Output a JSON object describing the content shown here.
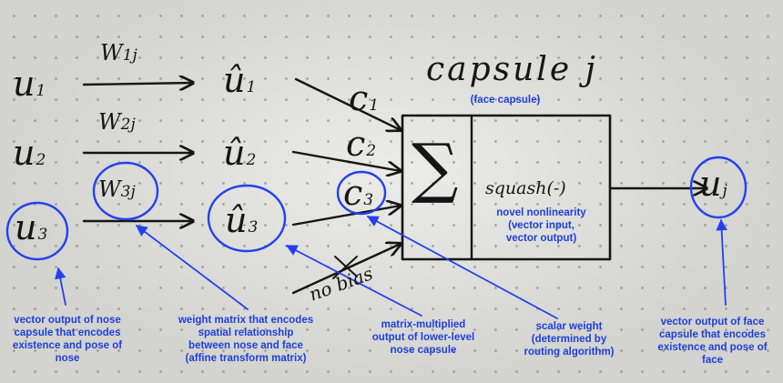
{
  "capsule": {
    "title": "capsule j",
    "subtitle": "(face capsule)",
    "sigma": "∑",
    "squash": "squash(-)",
    "nonlinearity": [
      "novel nonlinearity",
      "(vector input,",
      "vector output)"
    ]
  },
  "inputs": [
    {
      "u": "u",
      "u_sub": "1",
      "w": "W",
      "w_sub": "1j",
      "uhat": "û",
      "uhat_sub": "1",
      "c": "c",
      "c_sub": "1"
    },
    {
      "u": "u",
      "u_sub": "2",
      "w": "W",
      "w_sub": "2j",
      "uhat": "û",
      "uhat_sub": "2",
      "c": "c",
      "c_sub": "2"
    },
    {
      "u": "u",
      "u_sub": "3",
      "w": "W",
      "w_sub": "3j",
      "uhat": "û",
      "uhat_sub": "3",
      "c": "c",
      "c_sub": "3"
    }
  ],
  "output": {
    "v": "u",
    "v_sub": "j"
  },
  "no_bias": "no bias",
  "annotations": {
    "nose_vector": [
      "vector output of nose",
      "capsule that encodes",
      "existence and pose of",
      "nose"
    ],
    "weight_matrix": [
      "weight matrix that encodes",
      "spatial relationship",
      "between nose and face",
      "(affine transform matrix)"
    ],
    "matrix_multiplied": [
      "matrix-multiplied",
      "output of lower-level",
      "nose capsule"
    ],
    "scalar_weight": [
      "scalar weight",
      "(determined by",
      "routing algorithm)"
    ],
    "face_vector": [
      "vector output of face",
      "capsule that encodes",
      "existence and pose of",
      "face"
    ]
  },
  "colors": {
    "ink": "#151515",
    "annotation_blue": "#1f3fd8",
    "paper": "#d3d3cf"
  }
}
